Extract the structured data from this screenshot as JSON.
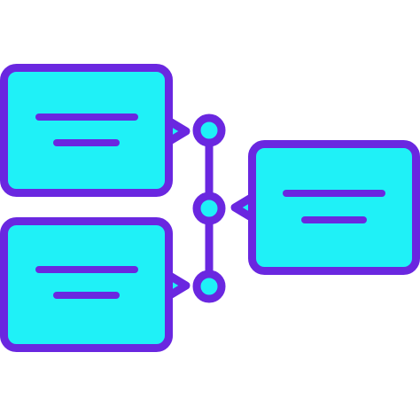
{
  "icon": {
    "name": "timeline-speech-bubbles-icon",
    "colors": {
      "fill": "#1ff1f7",
      "stroke": "#6a27e0",
      "background": "#ffffff"
    },
    "cards": [
      {
        "name": "card-top-left",
        "side": "left"
      },
      {
        "name": "card-bottom-left",
        "side": "left"
      },
      {
        "name": "card-right",
        "side": "right"
      }
    ],
    "nodes": [
      {
        "name": "timeline-node-top"
      },
      {
        "name": "timeline-node-middle"
      },
      {
        "name": "timeline-node-bottom"
      }
    ]
  }
}
